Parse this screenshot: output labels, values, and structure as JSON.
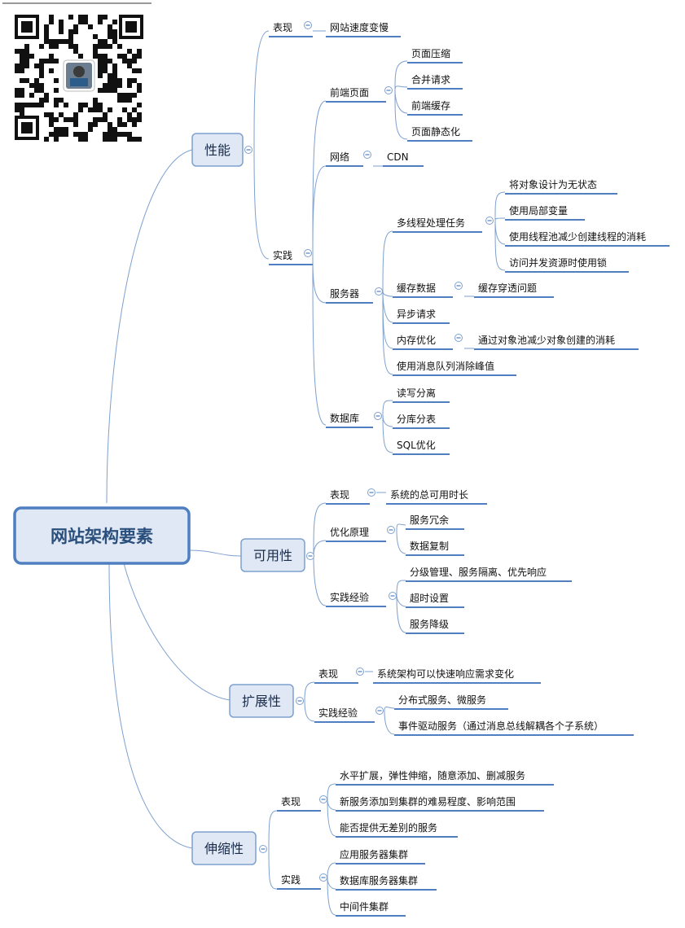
{
  "root": {
    "label": "网站架构要素"
  },
  "categories": [
    {
      "label": "性能"
    },
    {
      "label": "可用性"
    },
    {
      "label": "扩展性"
    },
    {
      "label": "伸缩性"
    }
  ],
  "nodes": {
    "perf_show": "表现",
    "perf_show_1": "网站速度变慢",
    "perf_practice": "实践",
    "frontend": "前端页面",
    "fe_1": "页面压缩",
    "fe_2": "合并请求",
    "fe_3": "前端缓存",
    "fe_4": "页面静态化",
    "network": "网络",
    "cdn": "CDN",
    "server": "服务器",
    "multithread": "多线程处理任务",
    "mt_1": "将对象设计为无状态",
    "mt_2": "使用局部变量",
    "mt_3": "使用线程池减少创建线程的消耗",
    "mt_4": "访问并发资源时使用锁",
    "cache": "缓存数据",
    "cache_1": "缓存穿透问题",
    "async": "异步请求",
    "memory": "内存优化",
    "memory_1": "通过对象池减少对象创建的消耗",
    "mq": "使用消息队列消除峰值",
    "db": "数据库",
    "db_1": "读写分离",
    "db_2": "分库分表",
    "db_3": "SQL优化",
    "avail_show": "表现",
    "avail_show_1": "系统的总可用时长",
    "avail_principle": "优化原理",
    "ap_1": "服务冗余",
    "ap_2": "数据复制",
    "avail_exp": "实践经验",
    "ae_1": "分级管理、服务隔离、优先响应",
    "ae_2": "超时设置",
    "ae_3": "服务降级",
    "ext_show": "表现",
    "ext_show_1": "系统架构可以快速响应需求变化",
    "ext_exp": "实践经验",
    "ee_1": "分布式服务、微服务",
    "ee_2": "事件驱动服务（通过消息总线解耦各个子系统）",
    "scal_show": "表现",
    "ss_1": "水平扩展，弹性伸缩，随意添加、删减服务",
    "ss_2": "新服务添加到集群的难易程度、影响范围",
    "ss_3": "能否提供无差别的服务",
    "scal_practice": "实践",
    "sp_1": "应用服务器集群",
    "sp_2": "数据库服务器集群",
    "sp_3": "中间件集群"
  },
  "colors": {
    "branch": "#7ea0cf",
    "underline": "#4f7fc0",
    "category_fill": "#dfe8f4",
    "root_fill": "#dfe8f4",
    "root_border": "#4f7fc0"
  },
  "qr_code": {
    "icon": "qr-code-icon",
    "avatar": "avatar-icon"
  }
}
